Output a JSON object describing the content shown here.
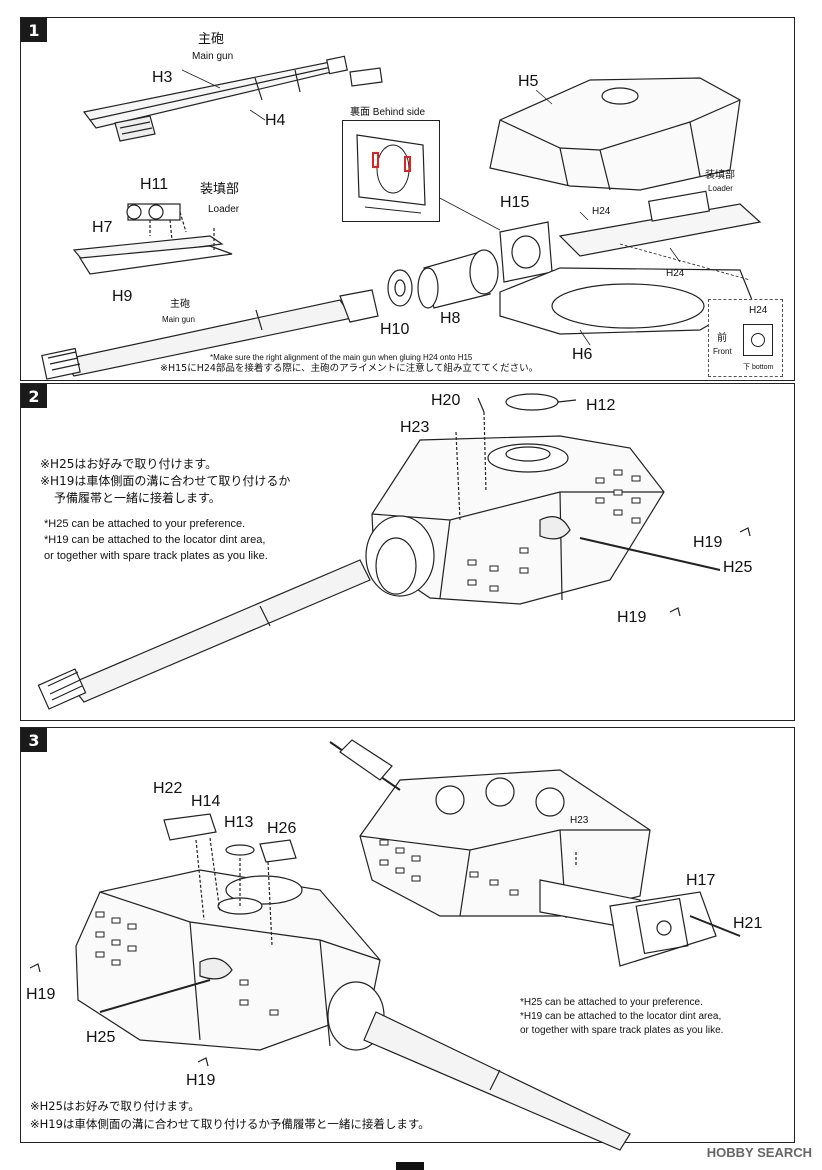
{
  "steps": [
    {
      "number": "1",
      "labels": {
        "main_gun_jp": "主砲",
        "main_gun_en": "Main gun",
        "h3": "H3",
        "h4": "H4",
        "h5": "H5",
        "behind_side": "裏面 Behind side",
        "h11": "H11",
        "loader_jp": "装填部",
        "loader_en": "Loader",
        "h7": "H7",
        "h9": "H9",
        "main_gun2_jp": "主砲",
        "main_gun2_en": "Main gun",
        "h15": "H15",
        "h24a": "H24",
        "loader2_jp": "装填部",
        "loader2_en": "Loader",
        "h24b": "H24",
        "h10": "H10",
        "h8": "H8",
        "h6": "H6",
        "front_h24": "H24",
        "front_jp": "前",
        "front_en": "Front",
        "bottom": "下 bottom"
      },
      "notes": [
        "*Make sure the right alignment of the main gun when gluing H24 onto H15",
        "※H15にH24部品を接着する際に、主砲のアライメントに注意して組み立ててください。"
      ]
    },
    {
      "number": "2",
      "labels": {
        "h20": "H20",
        "h12": "H12",
        "h23": "H23",
        "h19a": "H19",
        "h25": "H25",
        "h19b": "H19"
      },
      "notes_jp": [
        "※H25はお好みで取り付けます。",
        "※H19は車体側面の溝に合わせて取り付けるか",
        "予備履帯と一緒に接着します。"
      ],
      "notes_en": [
        "*H25 can be attached to your preference.",
        "*H19 can be attached to the locator dint area,",
        "or together with spare track plates as you like."
      ]
    },
    {
      "number": "3",
      "labels": {
        "h22": "H22",
        "h14": "H14",
        "h13": "H13",
        "h26": "H26",
        "h23": "H23",
        "h17": "H17",
        "h21": "H21",
        "h19a": "H19",
        "h25": "H25",
        "h19b": "H19"
      },
      "notes_en": [
        "*H25 can be attached to your preference.",
        "*H19 can be attached to the locator dint area,",
        "or together with spare track plates as you like."
      ],
      "notes_jp": [
        "※H25はお好みで取り付けます。",
        "※H19は車体側面の溝に合わせて取り付けるか予備履帯と一緒に接着します。"
      ]
    }
  ],
  "watermark": "HOBBY SEARCH"
}
